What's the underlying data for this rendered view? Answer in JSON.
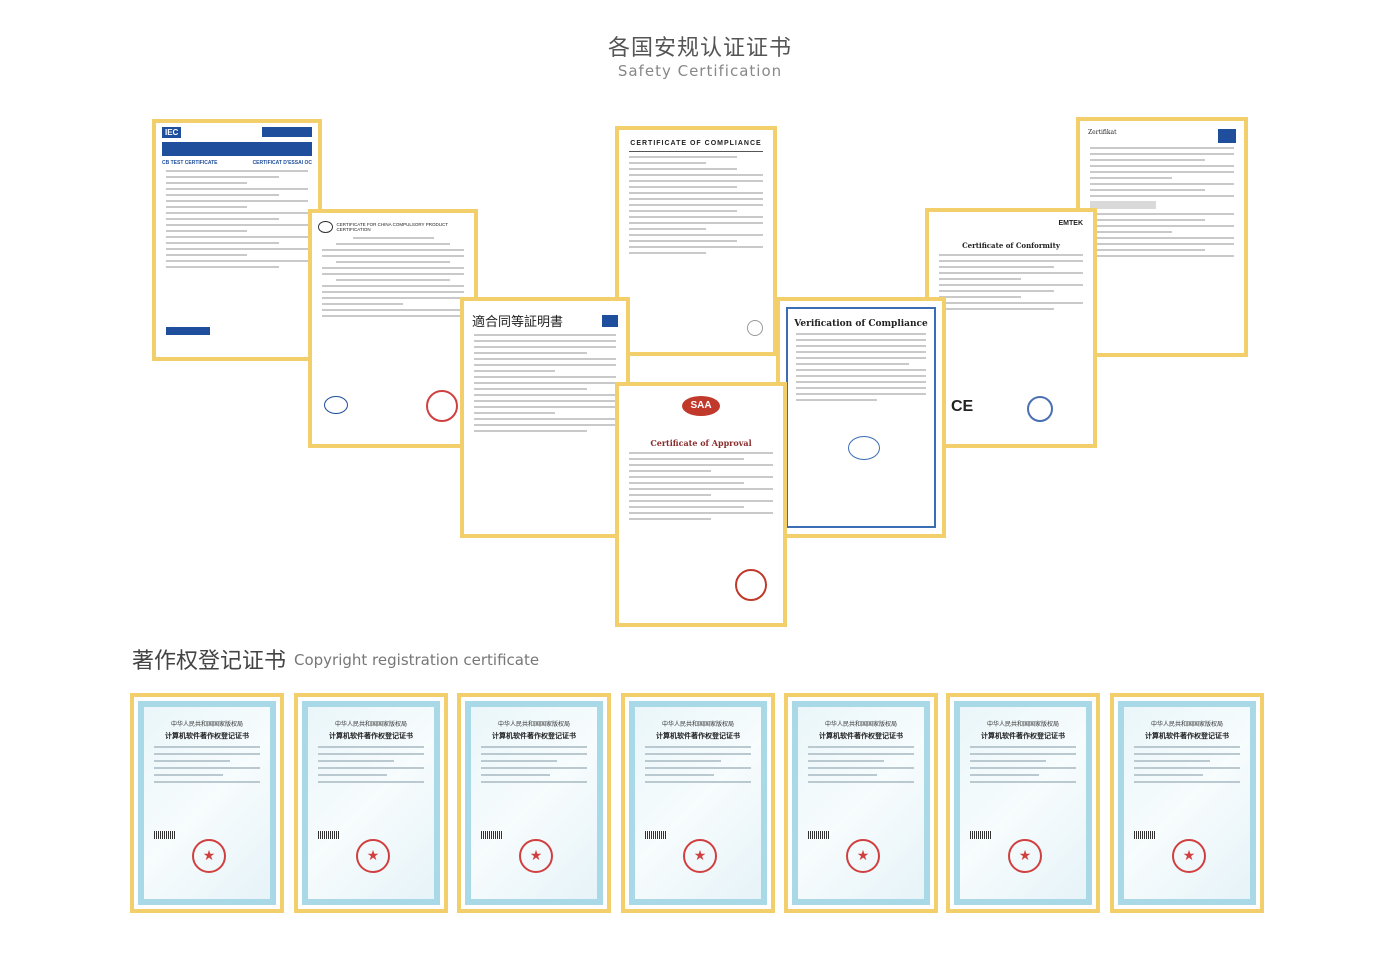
{
  "section1": {
    "title_cn": "各国安规认证证书",
    "title_en": "Safety Certification"
  },
  "section2": {
    "title_cn": "著作权登记证书",
    "title_en": "Copyright registration certificate"
  },
  "certificates": {
    "cb": {
      "heading": "CB TEST CERTIFICATE",
      "sub": "CERTIFICAT D'ESSAI OC"
    },
    "ccc": {
      "heading": "CERTIFICATE FOR CHINA COMPULSORY PRODUCT CERTIFICATION"
    },
    "tuv_jp": {
      "heading": "適合同等証明書"
    },
    "ul": {
      "heading": "CERTIFICATE OF COMPLIANCE"
    },
    "saa": {
      "heading": "Certificate of Approval"
    },
    "fcc": {
      "heading": "Verification of Compliance"
    },
    "ce": {
      "heading": "Certificate of Conformity"
    },
    "tuv_de": {
      "heading": "Zertifikat"
    }
  },
  "copyright": {
    "line1": "中华人民共和国国家版权局",
    "line2": "计算机软件著作权登记证书",
    "count": 7
  }
}
